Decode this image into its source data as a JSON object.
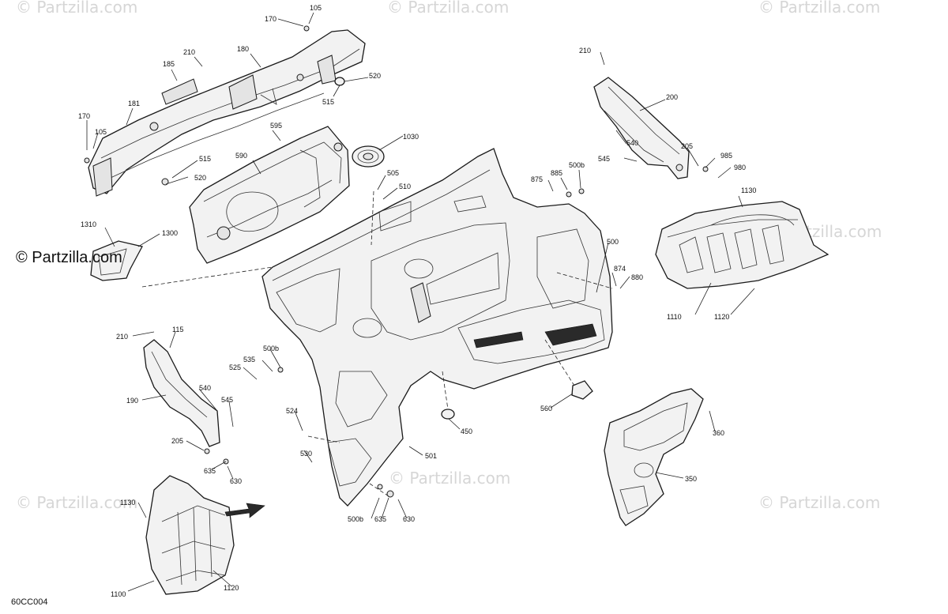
{
  "watermark": "© Partzilla.com",
  "copyright": "© Partzilla.com",
  "diagram_code": "60CC004",
  "callouts": [
    {
      "text": "105"
    },
    {
      "text": "170"
    },
    {
      "text": "210"
    },
    {
      "text": "180"
    },
    {
      "text": "185"
    },
    {
      "text": "520"
    },
    {
      "text": "515"
    },
    {
      "text": "181"
    },
    {
      "text": "170"
    },
    {
      "text": "105"
    },
    {
      "text": "515"
    },
    {
      "text": "520"
    },
    {
      "text": "595"
    },
    {
      "text": "590"
    },
    {
      "text": "1030"
    },
    {
      "text": "505"
    },
    {
      "text": "510"
    },
    {
      "text": "875"
    },
    {
      "text": "885"
    },
    {
      "text": "500b"
    },
    {
      "text": "210"
    },
    {
      "text": "200"
    },
    {
      "text": "540"
    },
    {
      "text": "545"
    },
    {
      "text": "205"
    },
    {
      "text": "985"
    },
    {
      "text": "980"
    },
    {
      "text": "1130"
    },
    {
      "text": "1310"
    },
    {
      "text": "1300"
    },
    {
      "text": "500"
    },
    {
      "text": "874"
    },
    {
      "text": "880"
    },
    {
      "text": "1110"
    },
    {
      "text": "1120"
    },
    {
      "text": "210"
    },
    {
      "text": "115"
    },
    {
      "text": "500b"
    },
    {
      "text": "535"
    },
    {
      "text": "525"
    },
    {
      "text": "190"
    },
    {
      "text": "540"
    },
    {
      "text": "545"
    },
    {
      "text": "524"
    },
    {
      "text": "205"
    },
    {
      "text": "530"
    },
    {
      "text": "635"
    },
    {
      "text": "630"
    },
    {
      "text": "560"
    },
    {
      "text": "450"
    },
    {
      "text": "501"
    },
    {
      "text": "360"
    },
    {
      "text": "350"
    },
    {
      "text": "1130"
    },
    {
      "text": "500b"
    },
    {
      "text": "635"
    },
    {
      "text": "630"
    },
    {
      "text": "1100"
    },
    {
      "text": "1120"
    }
  ]
}
